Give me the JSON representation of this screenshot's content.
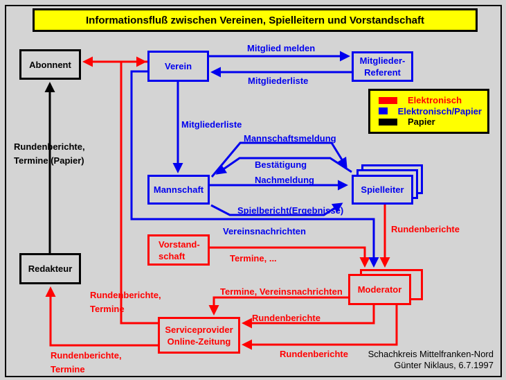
{
  "title": "Informationsfluß zwischen Vereinen, Spielleitern und Vorstandschaft",
  "colors": {
    "background": "#d4d4d4",
    "panel_yellow": "#ffff00",
    "electronic_red": "#ff0000",
    "electronic_paper_blue": "#0000ee",
    "paper_black": "#000000"
  },
  "legend": {
    "items": [
      {
        "label": "Elektronisch",
        "color": "#ff0000"
      },
      {
        "label": "Elektronisch/Papier",
        "color": "#0000ee"
      },
      {
        "label": "Papier",
        "color": "#000000"
      }
    ]
  },
  "nodes": {
    "abonnent": "Abonnent",
    "verein": "Verein",
    "mitglieder_referent": "Mitglieder-\nReferent",
    "mannschaft": "Mannschaft",
    "spielleiter": "Spielleiter",
    "vorstandschaft": "Vorstand-\nschaft",
    "redakteur": "Redakteur",
    "moderator": "Moderator",
    "serviceprovider": "Serviceprovider\nOnline-Zeitung"
  },
  "edge_labels": {
    "mitglied_melden": "Mitglied melden",
    "mitgliederliste_oben": "Mitgliederliste",
    "mitgliederliste_mitte": "Mitgliederliste",
    "mannschaftsmeldung": "Mannschaftsmeldung",
    "bestaetigung": "Bestätigung",
    "nachmeldung": "Nachmeldung",
    "spielbericht": "Spielbericht(Ergebnisse)",
    "vereinsnachrichten": "Vereinsnachrichten",
    "termine": "Termine, ...",
    "rundenberichte_spielleiter": "Rundenberichte",
    "termine_vereinsnachrichten": "Termine, Vereinsnachrichten",
    "rundenberichte_moderator": "Rundenberichte",
    "rundenberichte_unten": "Rundenberichte",
    "rundenberichte_termine_links": "Rundenberichte,\nTermine",
    "rundenberichte_termine_unten": "Rundenberichte,\nTermine",
    "rundenberichte_termine_papier": "Rundenberichte,\nTermine (Papier)"
  },
  "credit": "Schachkreis Mittelfranken-Nord\nGünter Niklaus, 6.7.1997"
}
